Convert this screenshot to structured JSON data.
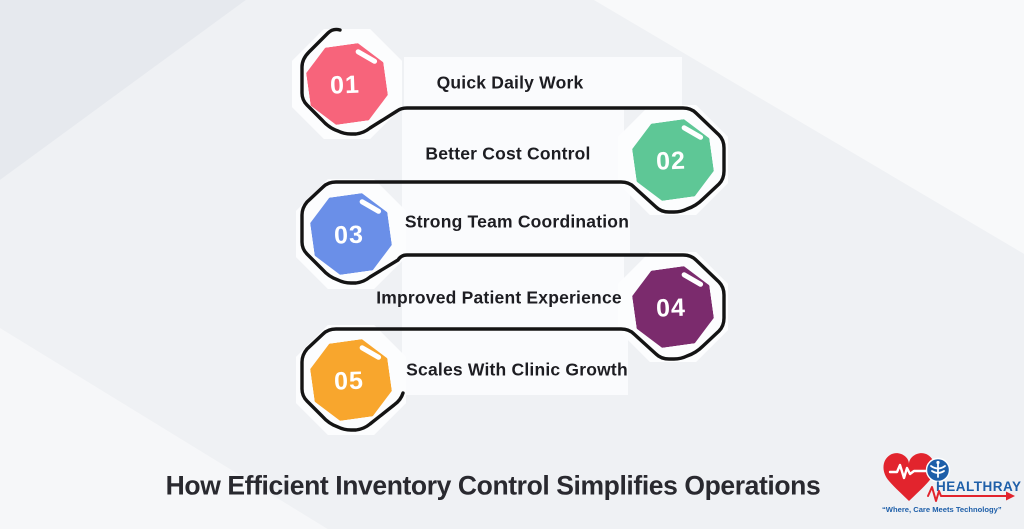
{
  "title": {
    "text": "How Efficient Inventory Control Simplifies Operations",
    "color": "#29292f"
  },
  "steps": [
    {
      "number": "01",
      "label": "Quick Daily Work",
      "color": "#F7647B",
      "badge_side": "left"
    },
    {
      "number": "02",
      "label": "Better Cost Control",
      "color": "#5EC796",
      "badge_side": "right"
    },
    {
      "number": "03",
      "label": "Strong Team Coordination",
      "color": "#6A8FE8",
      "badge_side": "left"
    },
    {
      "number": "04",
      "label": "Improved Patient Experience",
      "color": "#7B2B6D",
      "badge_side": "right"
    },
    {
      "number": "05",
      "label": "Scales With Clinic Growth",
      "color": "#F8A62D",
      "badge_side": "left"
    }
  ],
  "line_color": "#141414",
  "logo": {
    "brand": "HEALTHRAY",
    "tagline": "“Where, Care Meets Technology”",
    "blue": "#1E5FA9",
    "red": "#E2242D"
  }
}
